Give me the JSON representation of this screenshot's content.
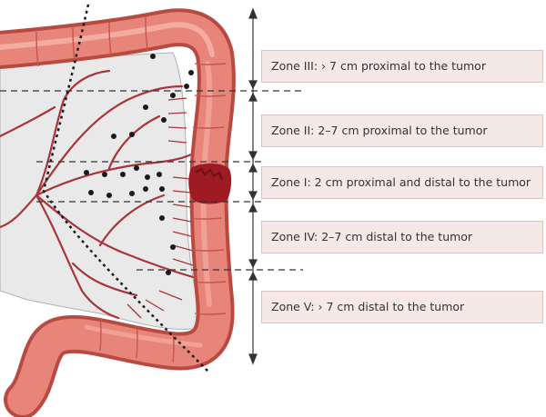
{
  "zones": [
    {
      "id": "zone-3",
      "label": "Zone III: › 7 cm proximal to the tumor"
    },
    {
      "id": "zone-2",
      "label": "Zone II: 2–7 cm proximal to the tumor"
    },
    {
      "id": "zone-1",
      "label": "Zone I: 2 cm proximal and distal to the tumor"
    },
    {
      "id": "zone-4",
      "label": "Zone IV: 2–7 cm distal to the tumor"
    },
    {
      "id": "zone-5",
      "label": "Zone V: › 7 cm distal to the tumor"
    }
  ],
  "colors": {
    "colon": "#e8857a",
    "colon_dark": "#c4564c",
    "mesentery": "#e9e9e9",
    "vessel": "#a8353a",
    "tumor": "#9e1b23",
    "label_bg": "#f5e9e8",
    "line": "#333333"
  }
}
